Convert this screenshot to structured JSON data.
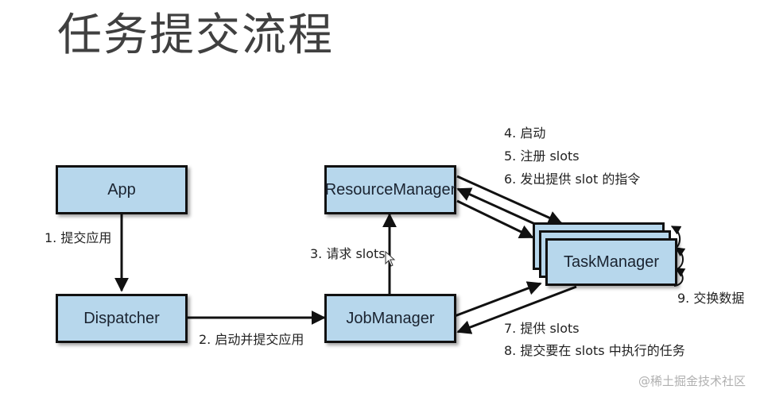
{
  "title": "任务提交流程",
  "nodes": {
    "app": "App",
    "dispatcher": "Dispatcher",
    "resource_manager": "ResourceManager",
    "job_manager": "JobManager",
    "task_manager": "TaskManager"
  },
  "steps": {
    "s1": "1. 提交应用",
    "s2": "2. 启动并提交应用",
    "s3": "3. 请求 slots",
    "s4": "4. 启动",
    "s5": "5. 注册 slots",
    "s6": "6. 发出提供 slot 的指令",
    "s7": "7. 提供 slots",
    "s8": "8. 提交要在 slots 中执行的任务",
    "s9": "9. 交换数据"
  },
  "watermark": "@稀土掘金技术社区",
  "colors": {
    "box_fill": "#b7d7ec",
    "box_border": "#111111",
    "title": "#404040"
  }
}
